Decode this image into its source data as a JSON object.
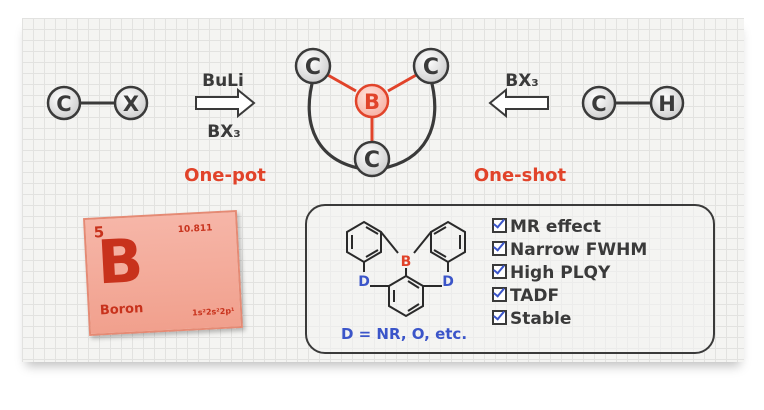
{
  "left_route": {
    "reactant_c": "C",
    "reactant_x": "X",
    "reagent_top": "BuLi",
    "reagent_bottom": "BX₃",
    "label": "One-pot"
  },
  "center": {
    "carbon": "C",
    "boron": "B"
  },
  "right_route": {
    "reactant_c": "C",
    "reactant_h": "H",
    "reagent": "BX₃",
    "label": "One-shot"
  },
  "element_tile": {
    "number": "5",
    "mass": "10.811",
    "symbol": "B",
    "name": "Boron",
    "config": "1s²2s²2p¹"
  },
  "molecule": {
    "boron": "B",
    "donor_left": "D",
    "donor_right": "D",
    "caption": "D = NR, O, etc."
  },
  "features": [
    "MR effect",
    "Narrow FWHM",
    "High PLQY",
    "TADF",
    "Stable"
  ],
  "colors": {
    "accent_red": "#e1432a",
    "blue": "#3b55c9",
    "ink": "#3a3a3a",
    "tile": "#f3a593"
  }
}
